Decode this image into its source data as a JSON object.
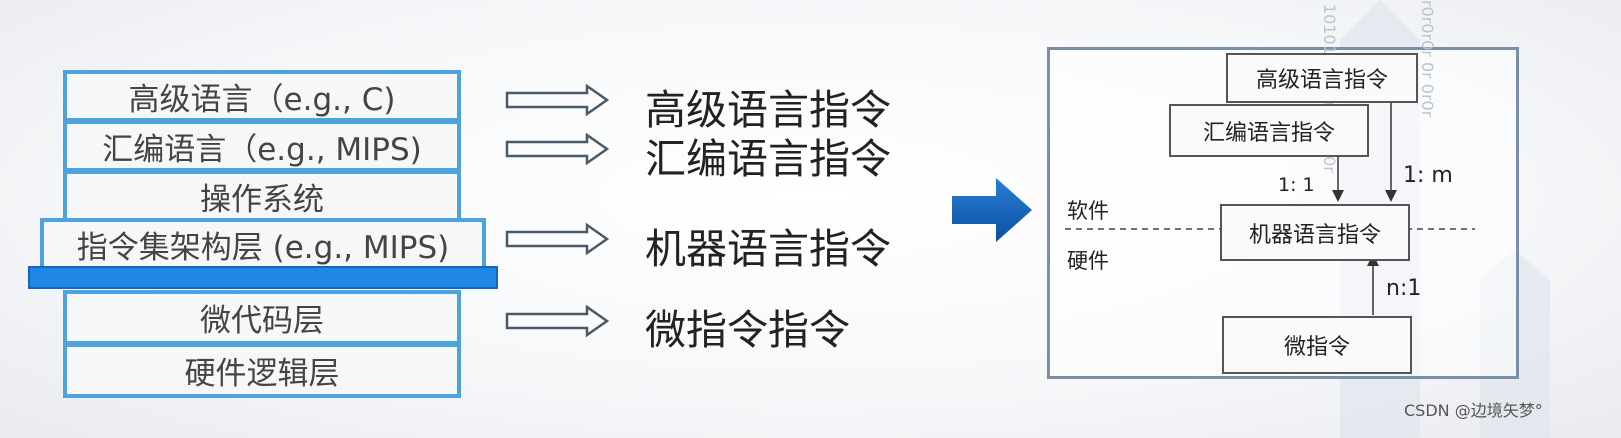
{
  "layers": [
    {
      "label": "高级语言（e.g., C)"
    },
    {
      "label": "汇编语言（e.g., MIPS)"
    },
    {
      "label": "操作系统"
    },
    {
      "label": "指令集架构层 (e.g., MIPS)"
    },
    {
      "label": "微代码层"
    },
    {
      "label": "硬件逻辑层"
    }
  ],
  "instruction_labels": [
    "高级语言指令",
    "汇编语言指令",
    "机器语言指令",
    "微指令指令"
  ],
  "right_diagram": {
    "high_level": "高级语言指令",
    "assembly": "汇编语言指令",
    "machine": "机器语言指令",
    "micro": "微指令",
    "software": "软件",
    "hardware": "硬件",
    "ratio_asm": "1: 1",
    "ratio_high": "1: m",
    "ratio_micro": "n:1"
  },
  "watermark": "CSDN @边境矢梦°",
  "colors": {
    "layer_border": "#4da3dd",
    "isa_bar": "#1e88e5",
    "big_arrow": "#0d5fb8"
  }
}
